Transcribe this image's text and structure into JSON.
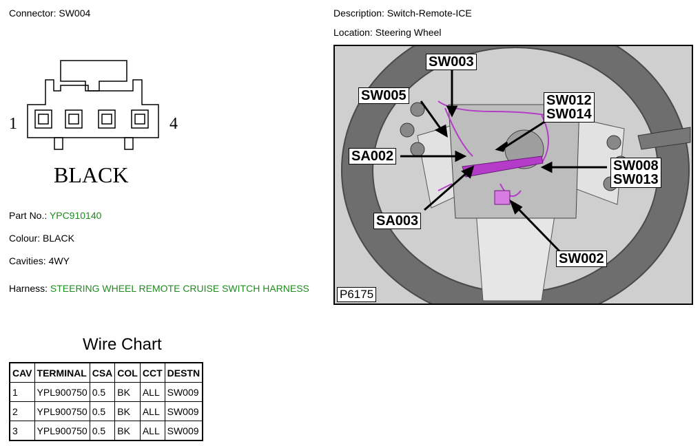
{
  "connector": {
    "label": "Connector: SW004"
  },
  "description": {
    "label": "Description: Switch-Remote-ICE"
  },
  "location": {
    "label": "Location: Steering Wheel"
  },
  "diagram": {
    "pin_left": "1",
    "pin_right": "4",
    "color_label": "BLACK"
  },
  "part": {
    "label": "Part No.: ",
    "value": "YPC910140"
  },
  "colour": {
    "label": "Colour: BLACK"
  },
  "cavities": {
    "label": "Cavities: 4WY"
  },
  "harness": {
    "label": "Harness: ",
    "value": "STEERING WHEEL REMOTE CRUISE SWITCH HARNESS"
  },
  "wire_chart": {
    "title": "Wire Chart",
    "headers": [
      "CAV",
      "TERMINAL",
      "CSA",
      "COL",
      "CCT",
      "DESTN"
    ],
    "rows": [
      [
        "1",
        "YPL900750",
        "0.5",
        "BK",
        "ALL",
        "SW009"
      ],
      [
        "2",
        "YPL900750",
        "0.5",
        "BK",
        "ALL",
        "SW009"
      ],
      [
        "3",
        "YPL900750",
        "0.5",
        "BK",
        "ALL",
        "SW009"
      ]
    ]
  },
  "photo": {
    "figure_id": "P6175",
    "callouts": {
      "sw003": "SW003",
      "sw005": "SW005",
      "sw012": "SW012",
      "sw014": "SW014",
      "sa002": "SA002",
      "sw008": "SW008",
      "sw013": "SW013",
      "sa003": "SA003",
      "sw002": "SW002"
    }
  },
  "colors": {
    "link_green": "#1f8a1f",
    "harness_magenta": "#b43cc8"
  }
}
